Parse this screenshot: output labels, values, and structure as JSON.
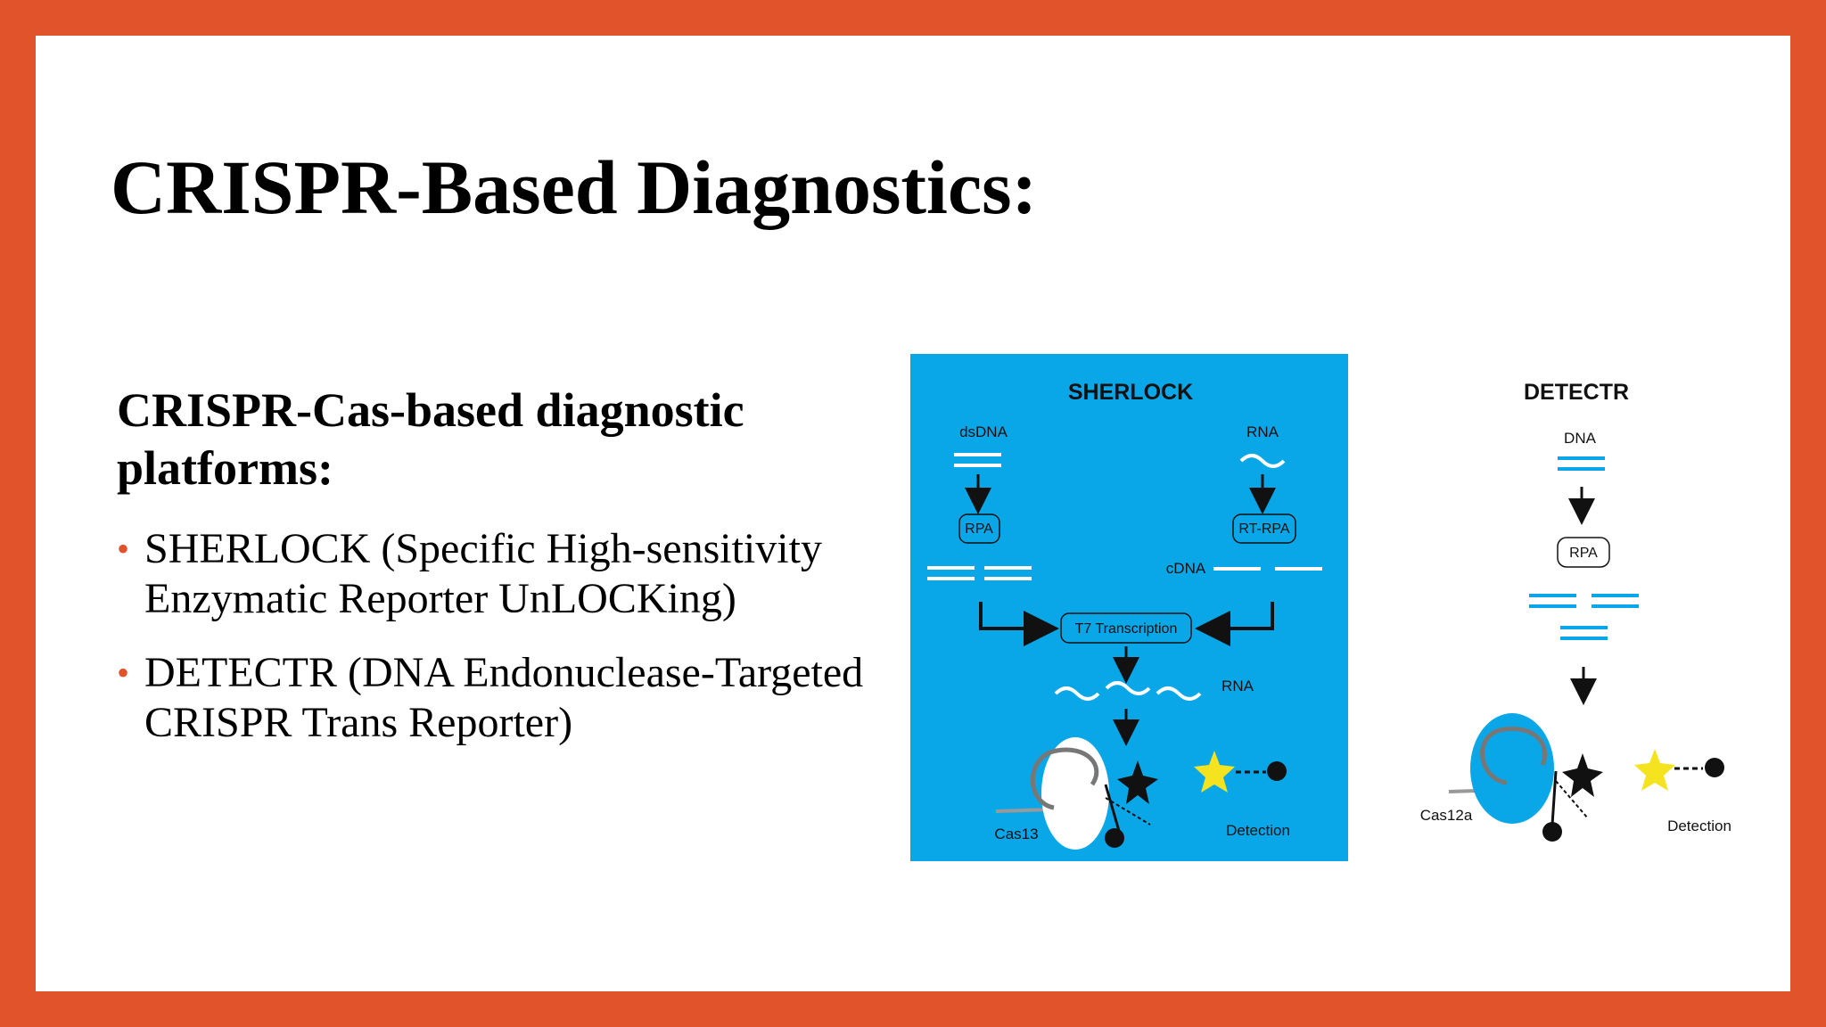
{
  "slide": {
    "title": "CRISPR-Based Diagnostics:",
    "subtitle": "CRISPR-Cas-based diagnostic platforms:",
    "bullets": [
      {
        "text": "SHERLOCK (Specific High-sensitivity Enzymatic Reporter UnLOCKing)"
      },
      {
        "text": "DETECTR (DNA Endonuclease-Targeted CRISPR Trans Reporter)"
      }
    ],
    "colors": {
      "border": "#E0532B",
      "bullet": "#E0532B",
      "panel": "#0AA7E8"
    }
  },
  "sherlock": {
    "title": "SHERLOCK",
    "dsdna_label": "dsDNA",
    "rna_label": "RNA",
    "rpa_label": "RPA",
    "rt_rpa_label": "RT-RPA",
    "cdna_label": "cDNA",
    "t7_label": "T7 Transcription",
    "rna_product_label": "RNA",
    "cas_label": "Cas13",
    "detection_label": "Detection"
  },
  "detectr": {
    "title": "DETECTR",
    "dna_label": "DNA",
    "rpa_label": "RPA",
    "cas_label": "Cas12a",
    "detection_label": "Detection"
  }
}
